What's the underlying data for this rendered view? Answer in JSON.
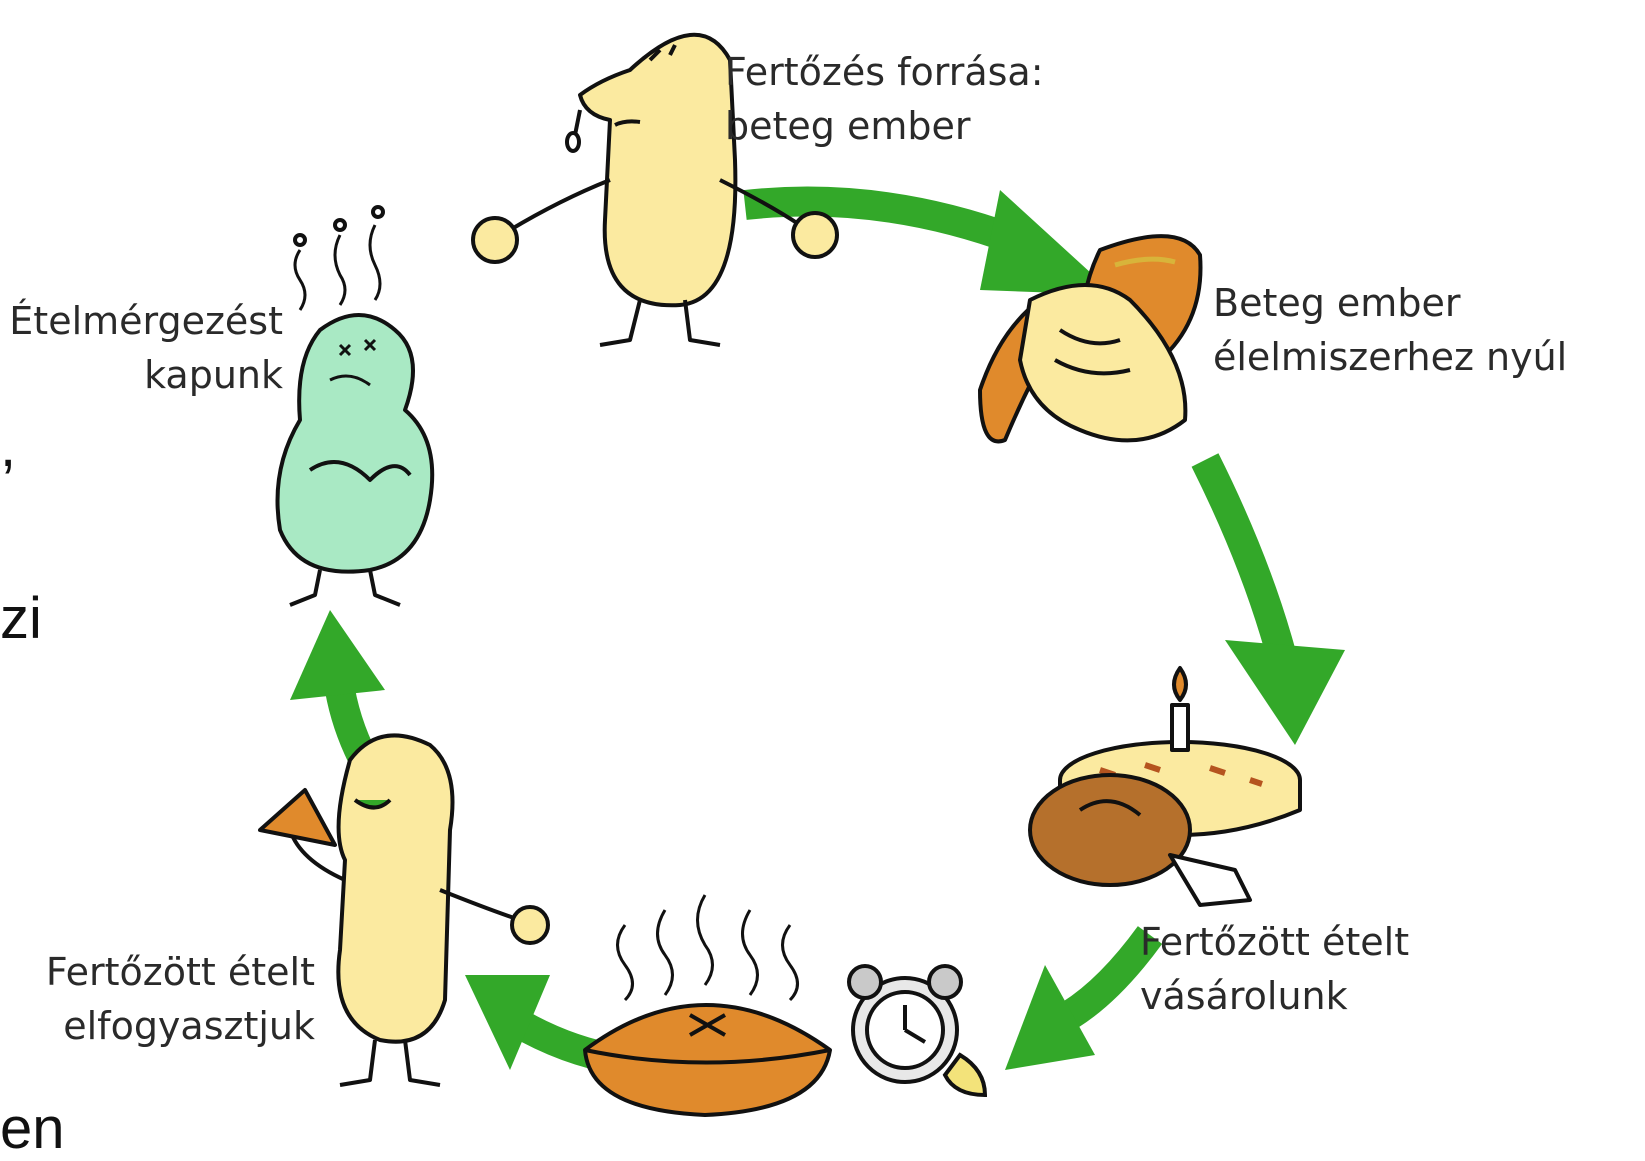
{
  "steps": [
    {
      "id": "source",
      "line1": "Fertőzés forrása:",
      "line2": "beteg ember"
    },
    {
      "id": "touch",
      "line1": "Beteg ember",
      "line2": "élelmiszerhez nyúl"
    },
    {
      "id": "buy",
      "line1": "Fertőzött ételt",
      "line2": "vásárolunk"
    },
    {
      "id": "eat",
      "line1": "Fertőzött ételt",
      "line2": "elfogyasztjuk"
    },
    {
      "id": "poison",
      "line1": "Ételmérgezést",
      "line2": "kapunk"
    }
  ],
  "clipped_text": {
    "zi": "zi",
    "en": "en",
    "comma": ","
  },
  "colors": {
    "arrow": "#33a829",
    "figure_yellow": "#fbeaa0",
    "figure_green": "#a9e9c4",
    "food_orange": "#e08a2c",
    "outline": "#111111"
  }
}
